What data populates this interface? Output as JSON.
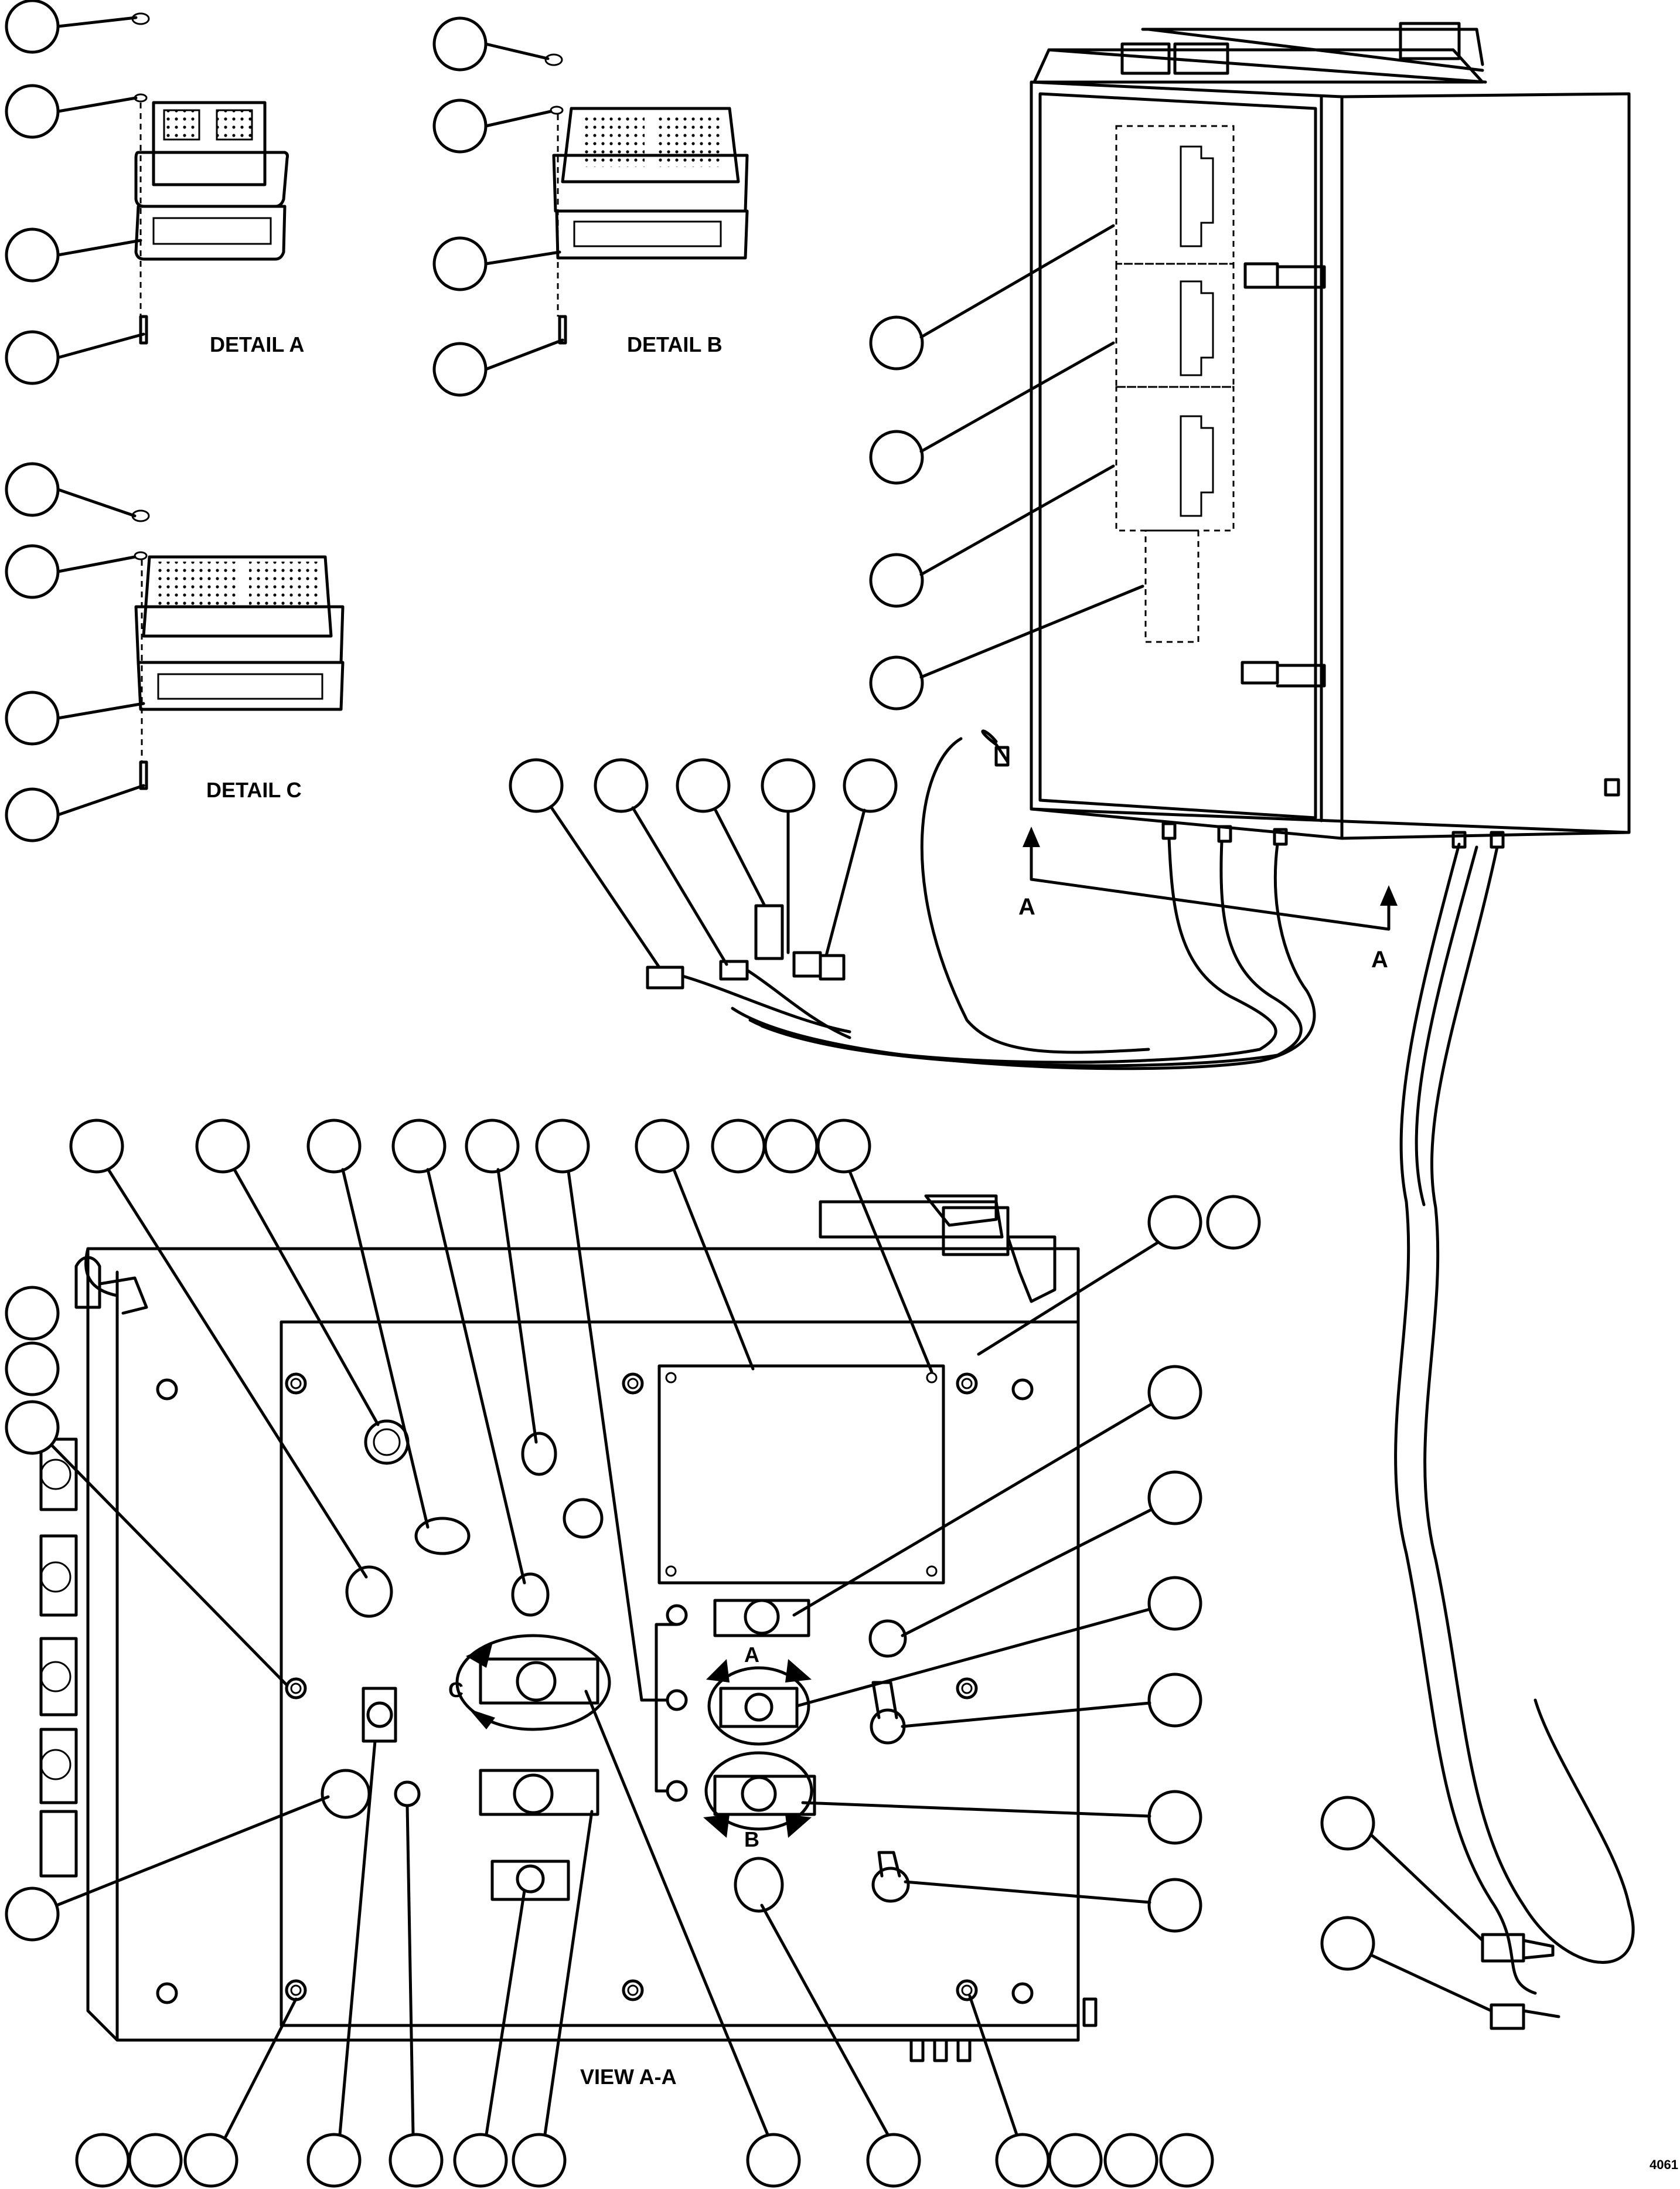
{
  "labels": {
    "detail_a": "DETAIL A",
    "detail_b": "DETAIL B",
    "detail_c": "DETAIL C",
    "view_aa": "VIEW A-A",
    "arrow_a_left": "A",
    "arrow_a_right": "A",
    "switch_a": "A",
    "switch_b": "B",
    "switch_c": "C",
    "figure_id": "4061"
  },
  "colors": {
    "line": "#000000",
    "background": "#ffffff"
  },
  "icons": [
    "callout-bubble",
    "section-arrow",
    "rotation-arrow"
  ]
}
